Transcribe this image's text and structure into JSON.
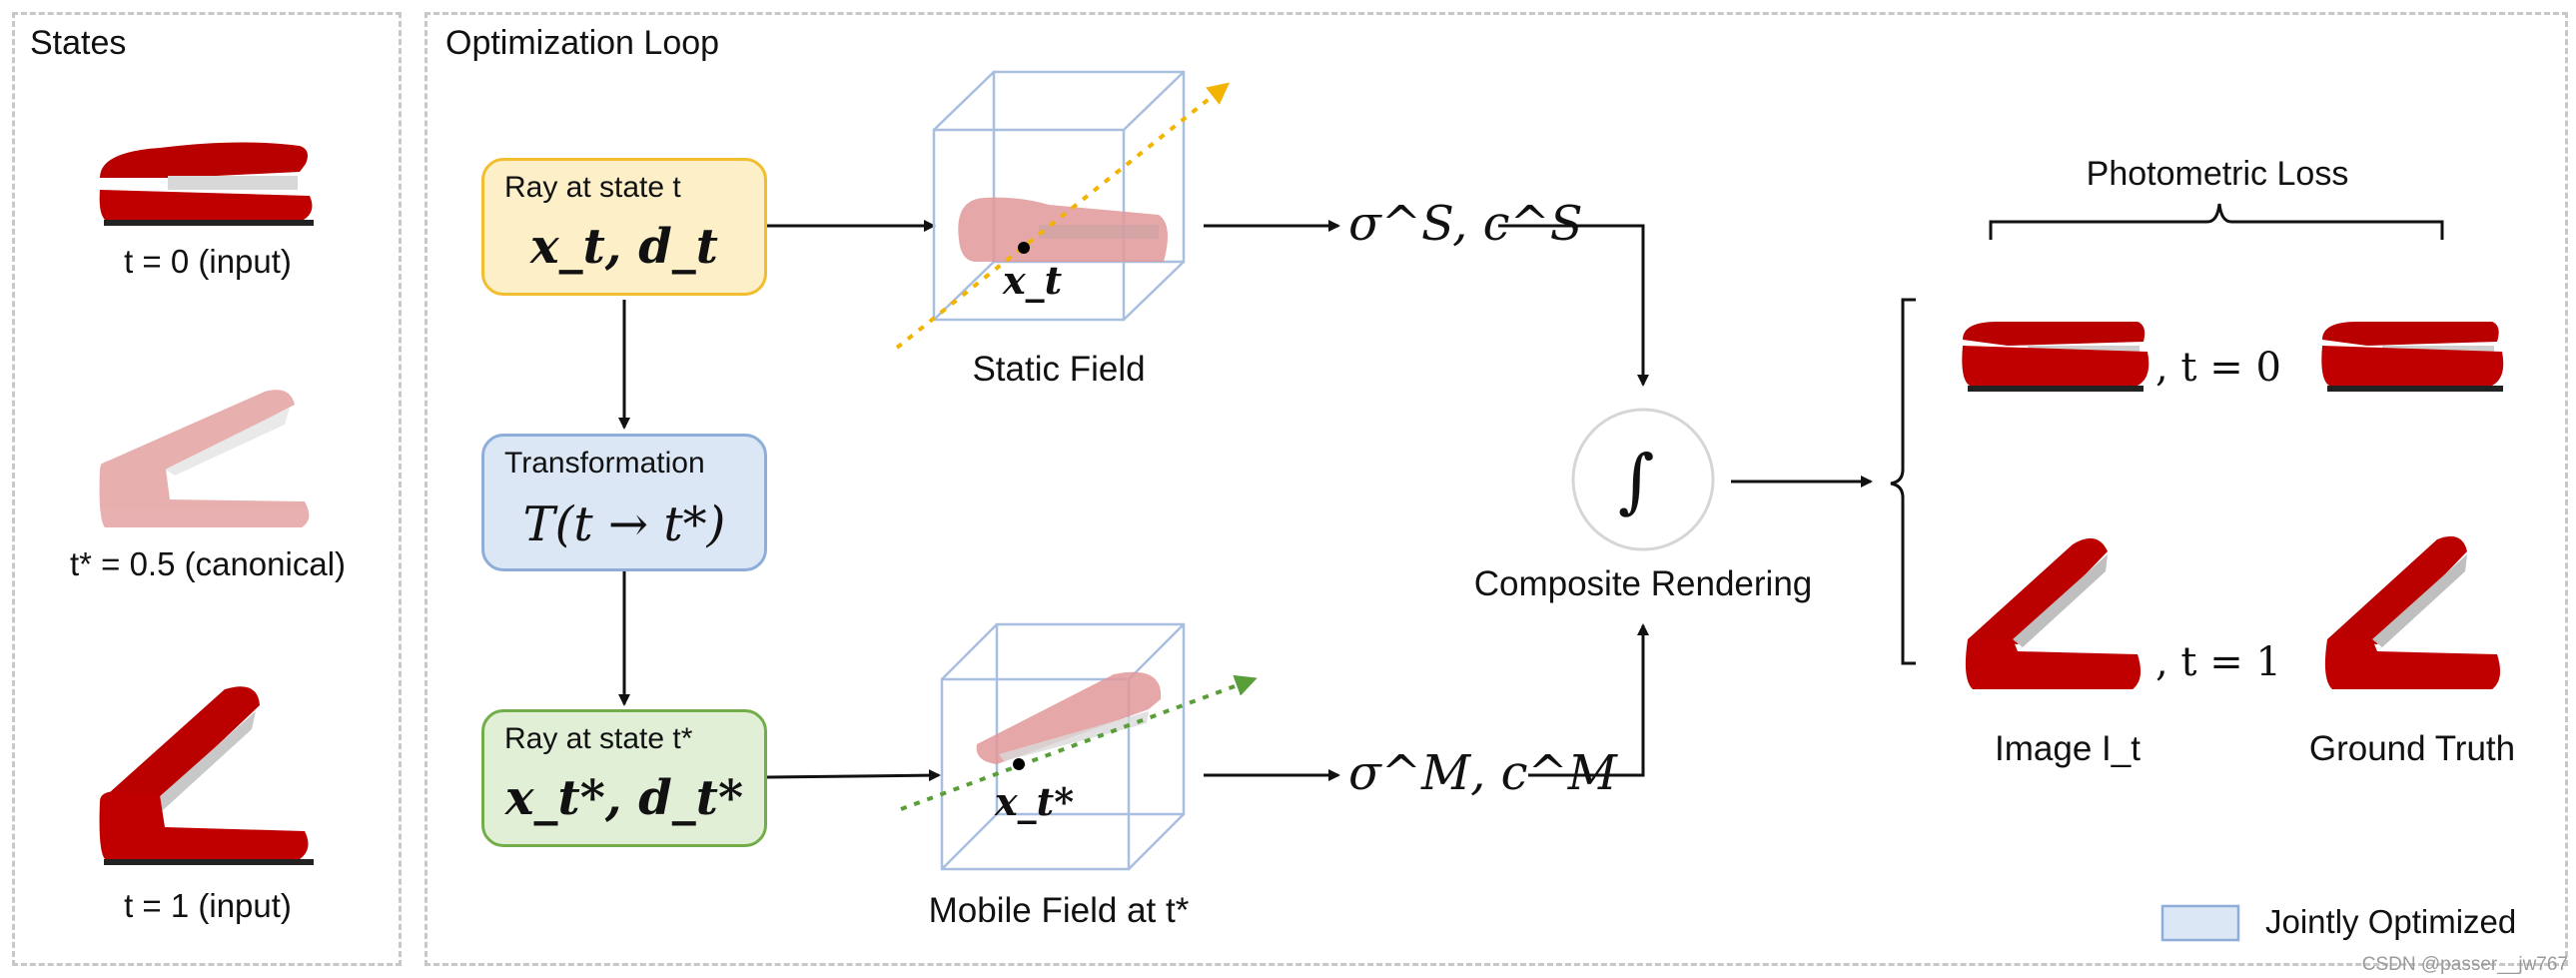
{
  "states_panel": {
    "title": "States",
    "labels": [
      "t = 0 (input)",
      "t* = 0.5 (canonical)",
      "t = 1 (input)"
    ]
  },
  "loop_panel": {
    "title": "Optimization Loop",
    "ray_t": {
      "label": "Ray at state t",
      "formula": "x_t, d_t"
    },
    "transformation": {
      "label": "Transformation",
      "formula": "T(t → t*)"
    },
    "ray_tstar": {
      "label": "Ray at state t*",
      "formula": "x_t*, d_t*"
    },
    "static_field": {
      "caption": "Static Field",
      "point_label": "x_t"
    },
    "mobile_field": {
      "caption": "Mobile Field at t*",
      "point_label": "x_t*"
    },
    "static_output": "σ^S, c^S",
    "mobile_output": "σ^M, c^M",
    "composite": {
      "symbol": "∫",
      "caption": "Composite Rendering"
    },
    "photometric_loss": "Photometric Loss",
    "loss_rows": [
      ", t = 0",
      ", t = 1"
    ],
    "image_caption": "Image I_t",
    "ground_truth_caption": "Ground Truth",
    "legend": "Jointly Optimized"
  },
  "colors": {
    "yellow_fill": "#fdf0c8",
    "yellow_border": "#f2bd2e",
    "blue_fill": "#dbe7f5",
    "blue_border": "#8eadd8",
    "green_fill": "#e1efd7",
    "green_border": "#73ad4a",
    "stapler_red": "#c00000",
    "faded_red": "#e6a7a7",
    "static_ray": "#f2b400",
    "mobile_ray": "#5a9e3a"
  },
  "watermark": "CSDN @passer__jw767"
}
